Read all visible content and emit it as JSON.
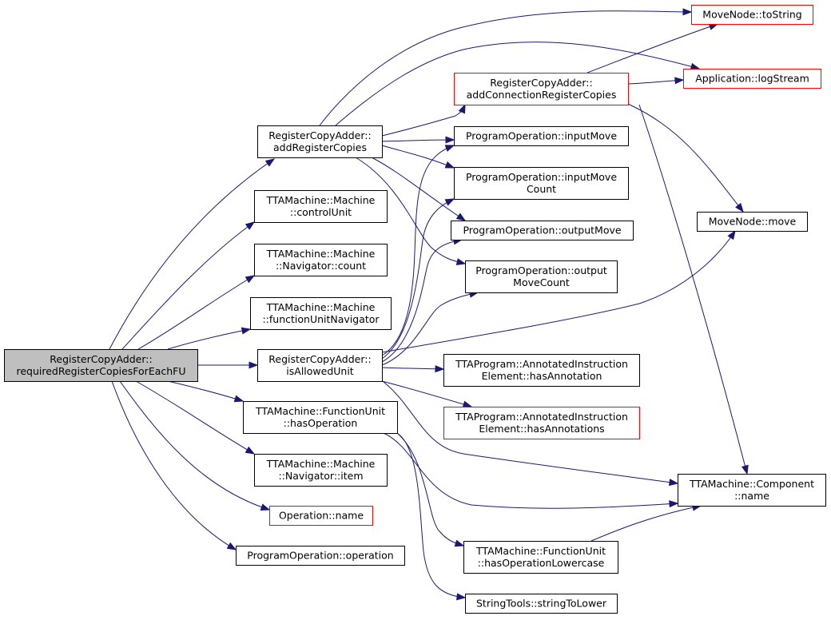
{
  "colors": {
    "edge": "#191970",
    "node_border_normal": "#000000",
    "node_border_external": "#ff0000",
    "node_fill": "#ffffff",
    "root_fill": "#bfbfbf"
  },
  "nodes": {
    "root": {
      "lines": [
        "RegisterCopyAdder::",
        "requiredRegisterCopiesForEachFU"
      ],
      "kind": "root"
    },
    "addRegisterCopies": {
      "lines": [
        "RegisterCopyAdder::",
        "addRegisterCopies"
      ],
      "kind": "normal"
    },
    "controlUnit": {
      "lines": [
        "TTAMachine::Machine",
        "::controlUnit"
      ],
      "kind": "normal"
    },
    "navCount": {
      "lines": [
        "TTAMachine::Machine",
        "::Navigator::count"
      ],
      "kind": "normal"
    },
    "fuNavigator": {
      "lines": [
        "TTAMachine::Machine",
        "::functionUnitNavigator"
      ],
      "kind": "normal"
    },
    "isAllowedUnit": {
      "lines": [
        "RegisterCopyAdder::",
        "isAllowedUnit"
      ],
      "kind": "normal"
    },
    "hasOperation": {
      "lines": [
        "TTAMachine::FunctionUnit",
        "::hasOperation"
      ],
      "kind": "normal"
    },
    "navItem": {
      "lines": [
        "TTAMachine::Machine",
        "::Navigator::item"
      ],
      "kind": "normal"
    },
    "opName": {
      "lines": [
        "Operation::name"
      ],
      "kind": "external"
    },
    "poOperation": {
      "lines": [
        "ProgramOperation::operation"
      ],
      "kind": "normal"
    },
    "addConnRegCopies": {
      "lines": [
        "RegisterCopyAdder::",
        "addConnectionRegisterCopies"
      ],
      "kind": "external"
    },
    "inputMove": {
      "lines": [
        "ProgramOperation::inputMove"
      ],
      "kind": "normal"
    },
    "inputMoveCount": {
      "lines": [
        "ProgramOperation::inputMove",
        "Count"
      ],
      "kind": "normal"
    },
    "outputMove": {
      "lines": [
        "ProgramOperation::outputMove"
      ],
      "kind": "normal"
    },
    "outputMoveCount": {
      "lines": [
        "ProgramOperation::output",
        "MoveCount"
      ],
      "kind": "normal"
    },
    "hasAnnotation": {
      "lines": [
        "TTAProgram::AnnotatedInstruction",
        "Element::hasAnnotation"
      ],
      "kind": "normal"
    },
    "hasAnnotations": {
      "lines": [
        "TTAProgram::AnnotatedInstruction",
        "Element::hasAnnotations"
      ],
      "kind": "external"
    },
    "hasOpLower": {
      "lines": [
        "TTAMachine::FunctionUnit",
        "::hasOperationLowercase"
      ],
      "kind": "normal"
    },
    "stringToLower": {
      "lines": [
        "StringTools::stringToLower"
      ],
      "kind": "normal"
    },
    "moveNodeToString": {
      "lines": [
        "MoveNode::toString"
      ],
      "kind": "external"
    },
    "logStream": {
      "lines": [
        "Application::logStream"
      ],
      "kind": "external"
    },
    "moveNodeMove": {
      "lines": [
        "MoveNode::move"
      ],
      "kind": "normal"
    },
    "componentName": {
      "lines": [
        "TTAMachine::Component",
        "::name"
      ],
      "kind": "normal"
    }
  }
}
